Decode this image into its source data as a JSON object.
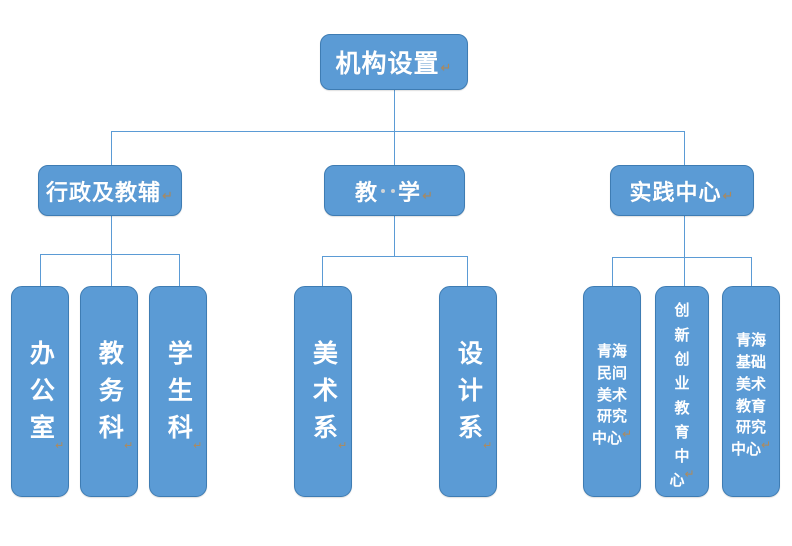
{
  "diagram": {
    "title": "机构设置",
    "type": "organizational-chart",
    "theme": {
      "node_fill": "#5B9BD5",
      "node_border": "#3E7CB3",
      "node_text": "#FFFFFF",
      "connector": "#5B9BD5",
      "background": "#FFFFFF",
      "mark_color": "#B08A5A"
    },
    "root": {
      "label": "机构设置",
      "mark": "↵"
    },
    "level2": [
      {
        "label": "行政及教辅",
        "mark": "↵"
      },
      {
        "label": "教 学",
        "label_left": "教",
        "label_right": "学",
        "mark": "↵",
        "space_dots": 2
      },
      {
        "label": "实践中心",
        "mark": "↵"
      }
    ],
    "level3": {
      "administrative": [
        {
          "label": "办公室",
          "chars": [
            "办",
            "公",
            "室"
          ],
          "mark": "↵"
        },
        {
          "label": "教务科",
          "chars": [
            "教",
            "务",
            "科"
          ],
          "mark": "↵"
        },
        {
          "label": "学生科",
          "chars": [
            "学",
            "生",
            "科"
          ],
          "mark": "↵"
        }
      ],
      "teaching": [
        {
          "label": "美术系",
          "chars": [
            "美",
            "术",
            "系"
          ],
          "mark": "↵"
        },
        {
          "label": "设计系",
          "chars": [
            "设",
            "计",
            "系"
          ],
          "mark": "↵"
        }
      ],
      "practice": [
        {
          "label": "青海民间美术研究中心",
          "columns": 2,
          "rows": [
            "青海",
            "民间",
            "美术",
            "研究",
            "中心"
          ],
          "mark": "↵"
        },
        {
          "label": "创新创业教育中心",
          "columns": 1,
          "rows": [
            "创",
            "新",
            "创",
            "业",
            "教",
            "育",
            "中",
            "心"
          ],
          "mark": "↵"
        },
        {
          "label": "青海基础美术教育研究中心",
          "columns": 2,
          "rows": [
            "青海",
            "基础",
            "美术",
            "教育",
            "研究",
            "中心"
          ],
          "mark": "↵"
        }
      ]
    }
  }
}
